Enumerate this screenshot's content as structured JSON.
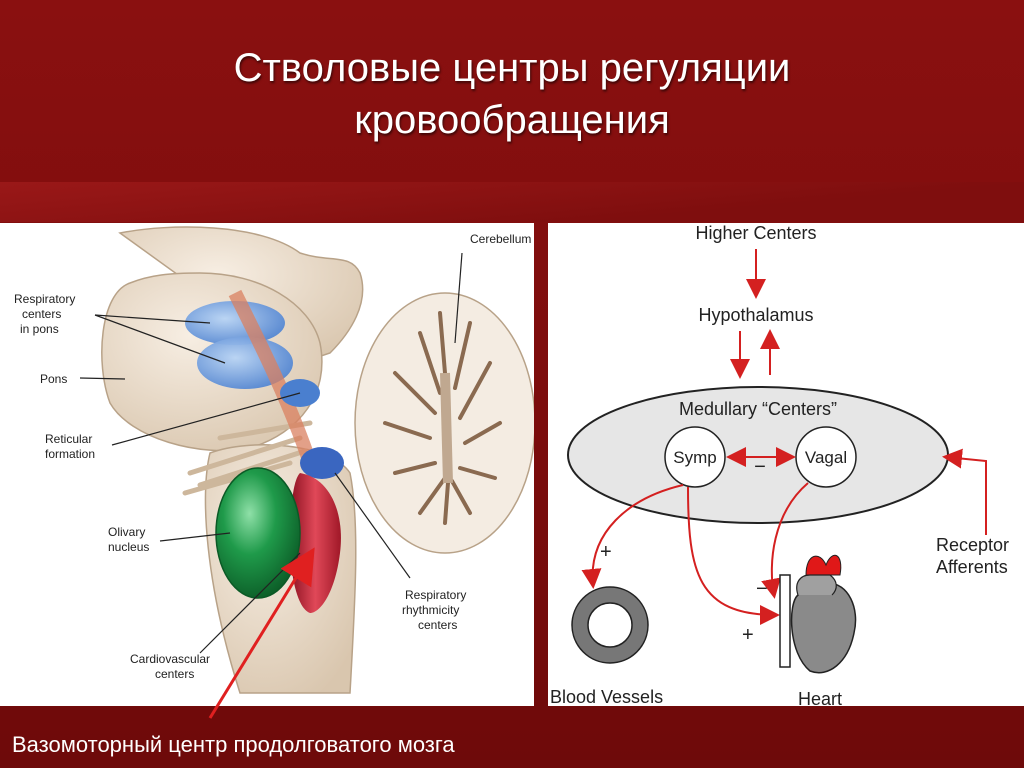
{
  "slide": {
    "title_line1": "Стволовые центры регуляции",
    "title_line2": "кровообращения",
    "caption": "Вазомоторный центр продолговатого мозга"
  },
  "brainstem": {
    "labels": {
      "cerebellum": "Cerebellum",
      "resp_pons_1": "Respiratory",
      "resp_pons_2": "centers",
      "resp_pons_3": "in pons",
      "pons": "Pons",
      "reticular_1": "Reticular",
      "reticular_2": "formation",
      "olivary_1": "Olivary",
      "olivary_2": "nucleus",
      "rhythm_1": "Respiratory",
      "rhythm_2": "rhythmicity",
      "rhythm_3": "centers",
      "cardio_1": "Cardiovascular",
      "cardio_2": "centers"
    }
  },
  "diagram": {
    "higher_centers": "Higher Centers",
    "hypothalamus": "Hypothalamus",
    "medullary": "Medullary “Centers”",
    "symp": "Symp",
    "vagal": "Vagal",
    "minus_between": "−",
    "plus_vessels": "+",
    "minus_heart": "−",
    "plus_heart": "+",
    "receptor_1": "Receptor",
    "receptor_2": "Afferents",
    "blood_vessels": "Blood Vessels",
    "heart": "Heart"
  },
  "colors": {
    "slide_bg": "#7a0c0c",
    "arrow_red": "#d42020",
    "ellipse_fill": "#e6e6e6",
    "olive_green": "#1f9a4a",
    "pons_blue": "#5a8fd8",
    "cardio_red": "#c8283a"
  }
}
